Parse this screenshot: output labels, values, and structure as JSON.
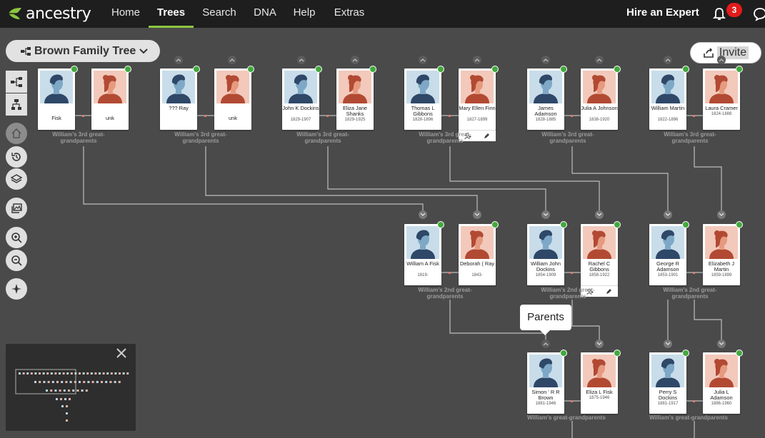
{
  "nav": {
    "logo": "ancestry",
    "items": [
      {
        "label": "Home",
        "active": false
      },
      {
        "label": "Trees",
        "active": true
      },
      {
        "label": "Search",
        "active": false
      },
      {
        "label": "DNA",
        "active": false
      },
      {
        "label": "Help",
        "active": false
      },
      {
        "label": "Extras",
        "active": false
      }
    ],
    "hire": "Hire an Expert",
    "notifications": "3"
  },
  "tree_title": "Brown Family Tree",
  "invite": "Invite",
  "tooltip": "Parents",
  "colors": {
    "accent": "#8cc63f",
    "badge": "#e21b1b",
    "hint_dot": "#42a93d",
    "male_bg": "#c8dde9",
    "female_bg": "#f2c9bb"
  },
  "people": [
    {
      "id": "p0",
      "name": "Fisk",
      "dates": "",
      "gender": "male"
    },
    {
      "id": "p1",
      "name": "unk",
      "dates": "",
      "gender": "female"
    },
    {
      "id": "p2",
      "name": "??? Ray",
      "dates": "",
      "gender": "male"
    },
    {
      "id": "p3",
      "name": "unk",
      "dates": "",
      "gender": "female"
    },
    {
      "id": "p4",
      "name": "John K Dockins",
      "dates": "1829-1907",
      "gender": "male"
    },
    {
      "id": "p5",
      "name": "Eliza Jane Shanks",
      "dates": "1829-1925",
      "gender": "female"
    },
    {
      "id": "p6",
      "name": "Thomas L Gibbons",
      "dates": "1828-1896",
      "gender": "male"
    },
    {
      "id": "p7",
      "name": "Mary Ellen Finn",
      "dates": "1827-1899",
      "gender": "female"
    },
    {
      "id": "p8",
      "name": "James Adamson",
      "dates": "1828-1885",
      "gender": "male"
    },
    {
      "id": "p9",
      "name": "Julia A Johnson",
      "dates": "1838-1920",
      "gender": "female"
    },
    {
      "id": "p10",
      "name": "William Martin",
      "dates": "1822-1896",
      "gender": "male"
    },
    {
      "id": "p11",
      "name": "Laura Cramer",
      "dates": "1824-1888",
      "gender": "female"
    },
    {
      "id": "p12",
      "name": "William A Fisk",
      "dates": "1819-",
      "gender": "male"
    },
    {
      "id": "p13",
      "name": "Deborah ( Ray",
      "dates": "1843-",
      "gender": "female"
    },
    {
      "id": "p14",
      "name": "William John Dockins",
      "dates": "1854-1909",
      "gender": "male"
    },
    {
      "id": "p15",
      "name": "Rachel C Gibbons",
      "dates": "1858-1922",
      "gender": "female"
    },
    {
      "id": "p16",
      "name": "George R Adamson",
      "dates": "1853-1901",
      "gender": "male"
    },
    {
      "id": "p17",
      "name": "Elizabeth J Martin",
      "dates": "1859-1899",
      "gender": "female"
    },
    {
      "id": "p18",
      "name": "Simon ' R R Brown",
      "dates": "1881-1946",
      "gender": "male"
    },
    {
      "id": "p19",
      "name": "Eliza L Fisk",
      "dates": "1875-1946",
      "gender": "female"
    },
    {
      "id": "p20",
      "name": "Perry S Dockins",
      "dates": "1881-1917",
      "gender": "male"
    },
    {
      "id": "p21",
      "name": "Julia L Adamson",
      "dates": "1886-1960",
      "gender": "female"
    }
  ],
  "captions": {
    "third": "William's 3rd great-grandparents",
    "second": "William's 2nd great-grandparents",
    "great": "William's great-grandparents"
  }
}
